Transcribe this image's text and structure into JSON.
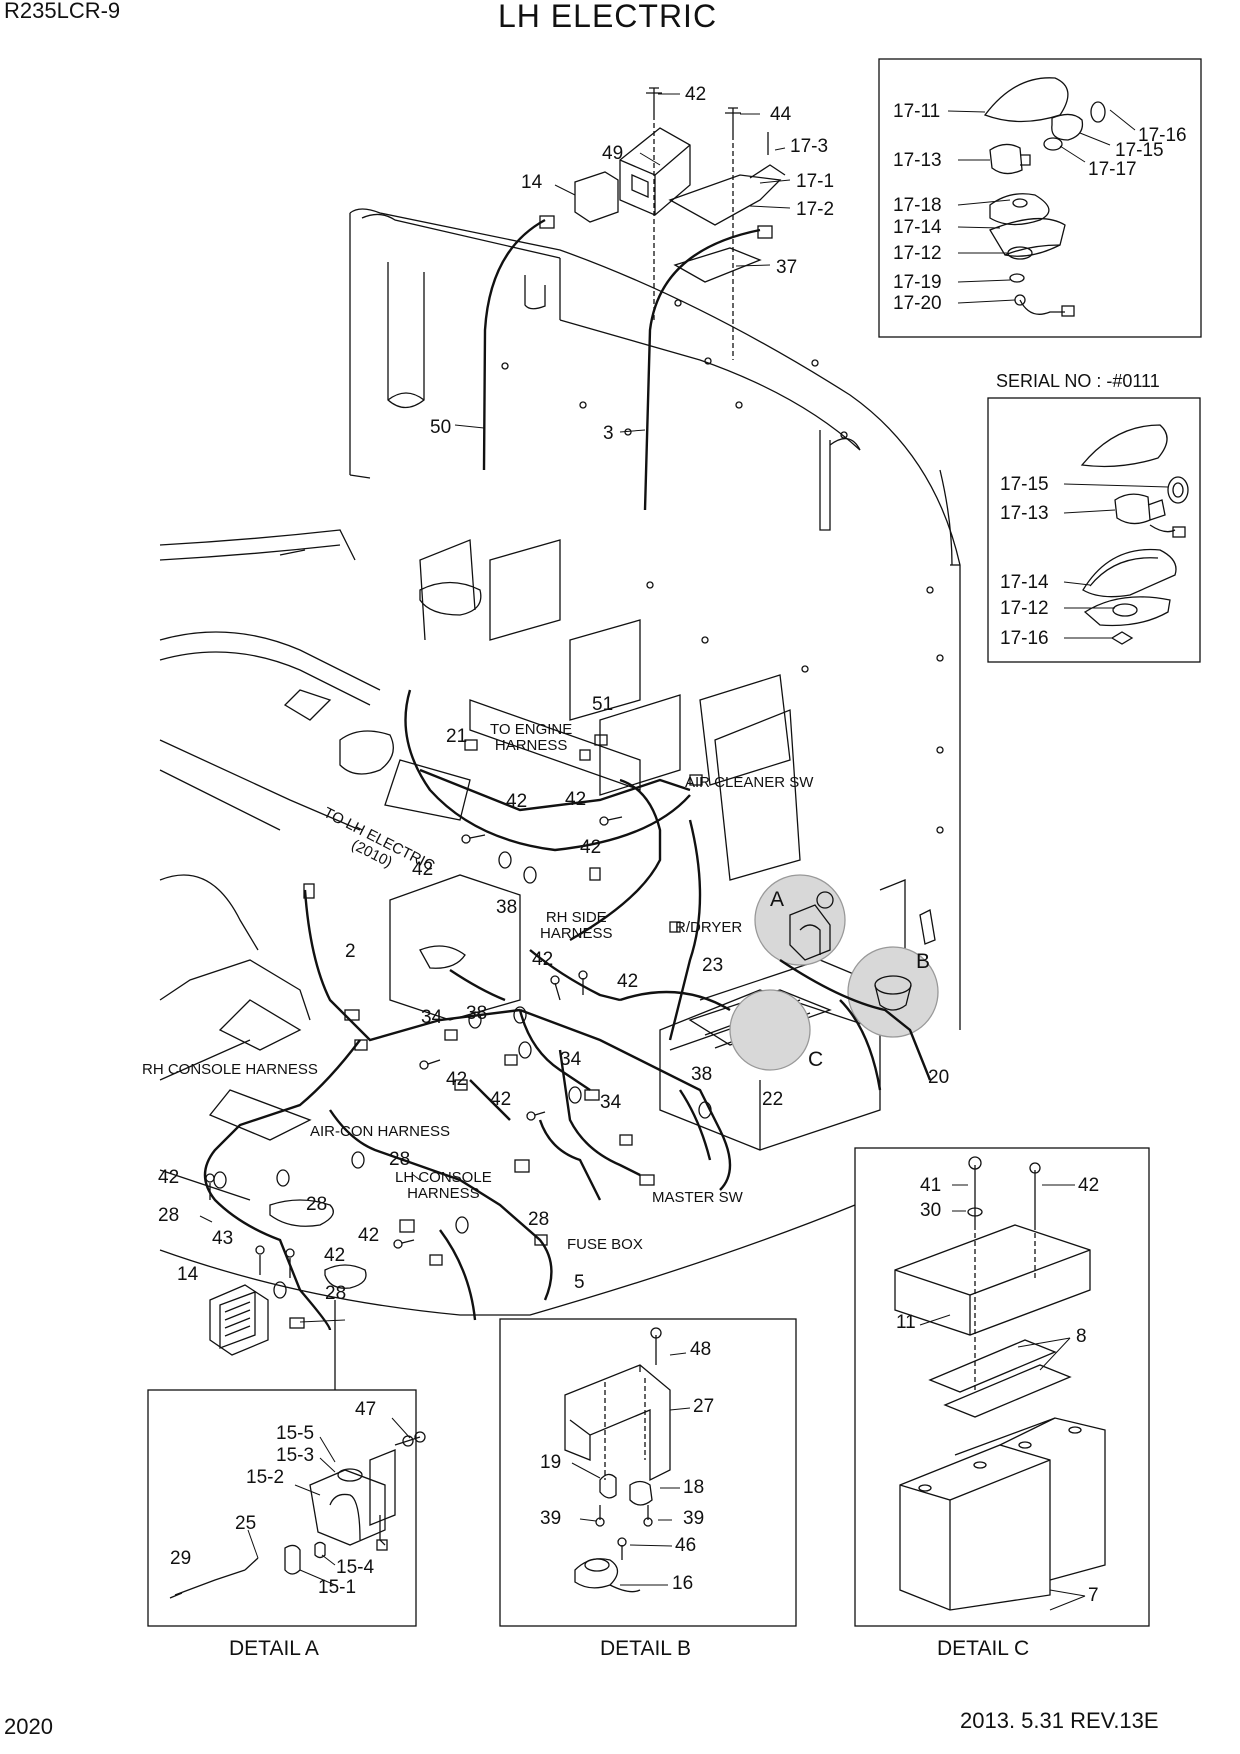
{
  "header": {
    "model": "R235LCR-9",
    "title": "LH ELECTRIC"
  },
  "footer": {
    "page": "2020",
    "revision": "2013. 5.31  REV.13E"
  },
  "serial_note": "SERIAL NO : -#0111",
  "notes": {
    "to_engine": "TO ENGINE\nHARNESS",
    "to_lh": "TO LH ELECTRIC\n(2010)",
    "air_cleaner": "AIR CLEANER SW",
    "rh_side": "RH SIDE\nHARNESS",
    "rdryer": "R/DRYER",
    "rh_console": "RH CONSOLE HARNESS",
    "aircon": "AIR-CON HARNESS",
    "lh_console": "LH CONSOLE\nHARNESS",
    "master_sw": "MASTER SW",
    "fuse_box": "FUSE BOX"
  },
  "details": {
    "a": "DETAIL A",
    "b": "DETAIL B",
    "c": "DETAIL C",
    "a_letter": "A",
    "b_letter": "B",
    "c_letter": "C"
  },
  "callouts": {
    "top": [
      "42",
      "44",
      "17-3",
      "49",
      "17-1",
      "17-2",
      "14",
      "37",
      "50",
      "3"
    ],
    "inset1": [
      "17-11",
      "17-16",
      "17-15",
      "17-13",
      "17-17",
      "17-18",
      "17-14",
      "17-12",
      "17-19",
      "17-20"
    ],
    "inset2": [
      "17-15",
      "17-13",
      "17-14",
      "17-12",
      "17-16"
    ],
    "main": [
      "51",
      "21",
      "42",
      "42",
      "42",
      "42",
      "38",
      "2",
      "42",
      "42",
      "23",
      "34",
      "38",
      "34",
      "42",
      "42",
      "34",
      "38",
      "22",
      "20",
      "28",
      "42",
      "28",
      "28",
      "28",
      "43",
      "42",
      "42",
      "28",
      "14",
      "5"
    ],
    "detail_a": [
      "47",
      "15-5",
      "15-3",
      "15-2",
      "25",
      "29",
      "15-4",
      "15-1"
    ],
    "detail_b": [
      "48",
      "27",
      "19",
      "18",
      "39",
      "39",
      "46",
      "16"
    ],
    "detail_c": [
      "41",
      "42",
      "30",
      "11",
      "8",
      "7"
    ]
  }
}
